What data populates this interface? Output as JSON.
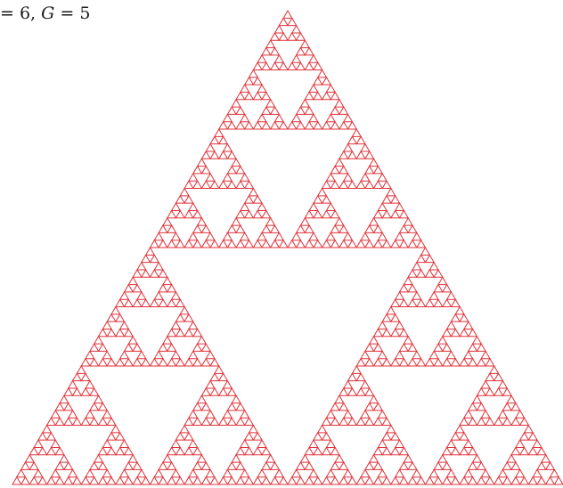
{
  "caption": {
    "prefix": "= 6, ",
    "var": "G",
    "suffix": " = 5"
  },
  "fractal": {
    "type": "sierpinski-style recursive triangles",
    "color": "#e0333a"
  }
}
